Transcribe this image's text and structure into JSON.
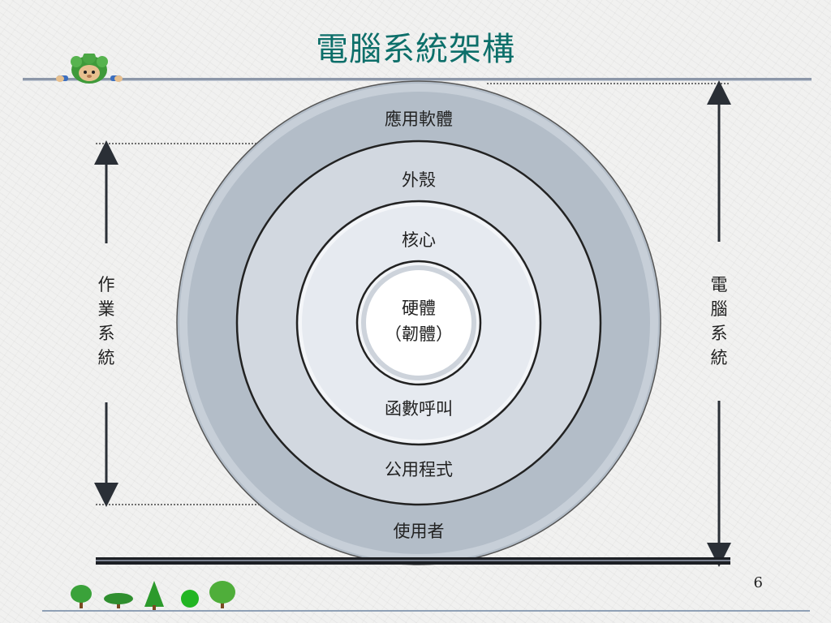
{
  "slide": {
    "title": "電腦系統架構",
    "page_number": "6"
  },
  "diagram": {
    "layers": [
      {
        "id": "user",
        "label": "使用者"
      },
      {
        "id": "app",
        "label": "應用軟體"
      },
      {
        "id": "utility",
        "label": "公用程式"
      },
      {
        "id": "shell",
        "label": "外殼"
      },
      {
        "id": "syscall",
        "label": "函數呼叫"
      },
      {
        "id": "kernel",
        "label": "核心"
      },
      {
        "id": "hardware",
        "label": "硬體"
      },
      {
        "id": "firmware",
        "label": "（韌體）"
      }
    ],
    "left_bracket_label": [
      "作",
      "業",
      "系",
      "統"
    ],
    "right_bracket_label": [
      "電",
      "腦",
      "系",
      "統"
    ],
    "colors": {
      "title": "#0d6f6a",
      "ring_outer": "#b3bdc8",
      "ring_second": "#d2d8e0",
      "ring_third": "#e6eaf0",
      "ring_inner": "#f3f5f8",
      "core": "#ffffff",
      "arrow": "#2a2f36"
    }
  }
}
